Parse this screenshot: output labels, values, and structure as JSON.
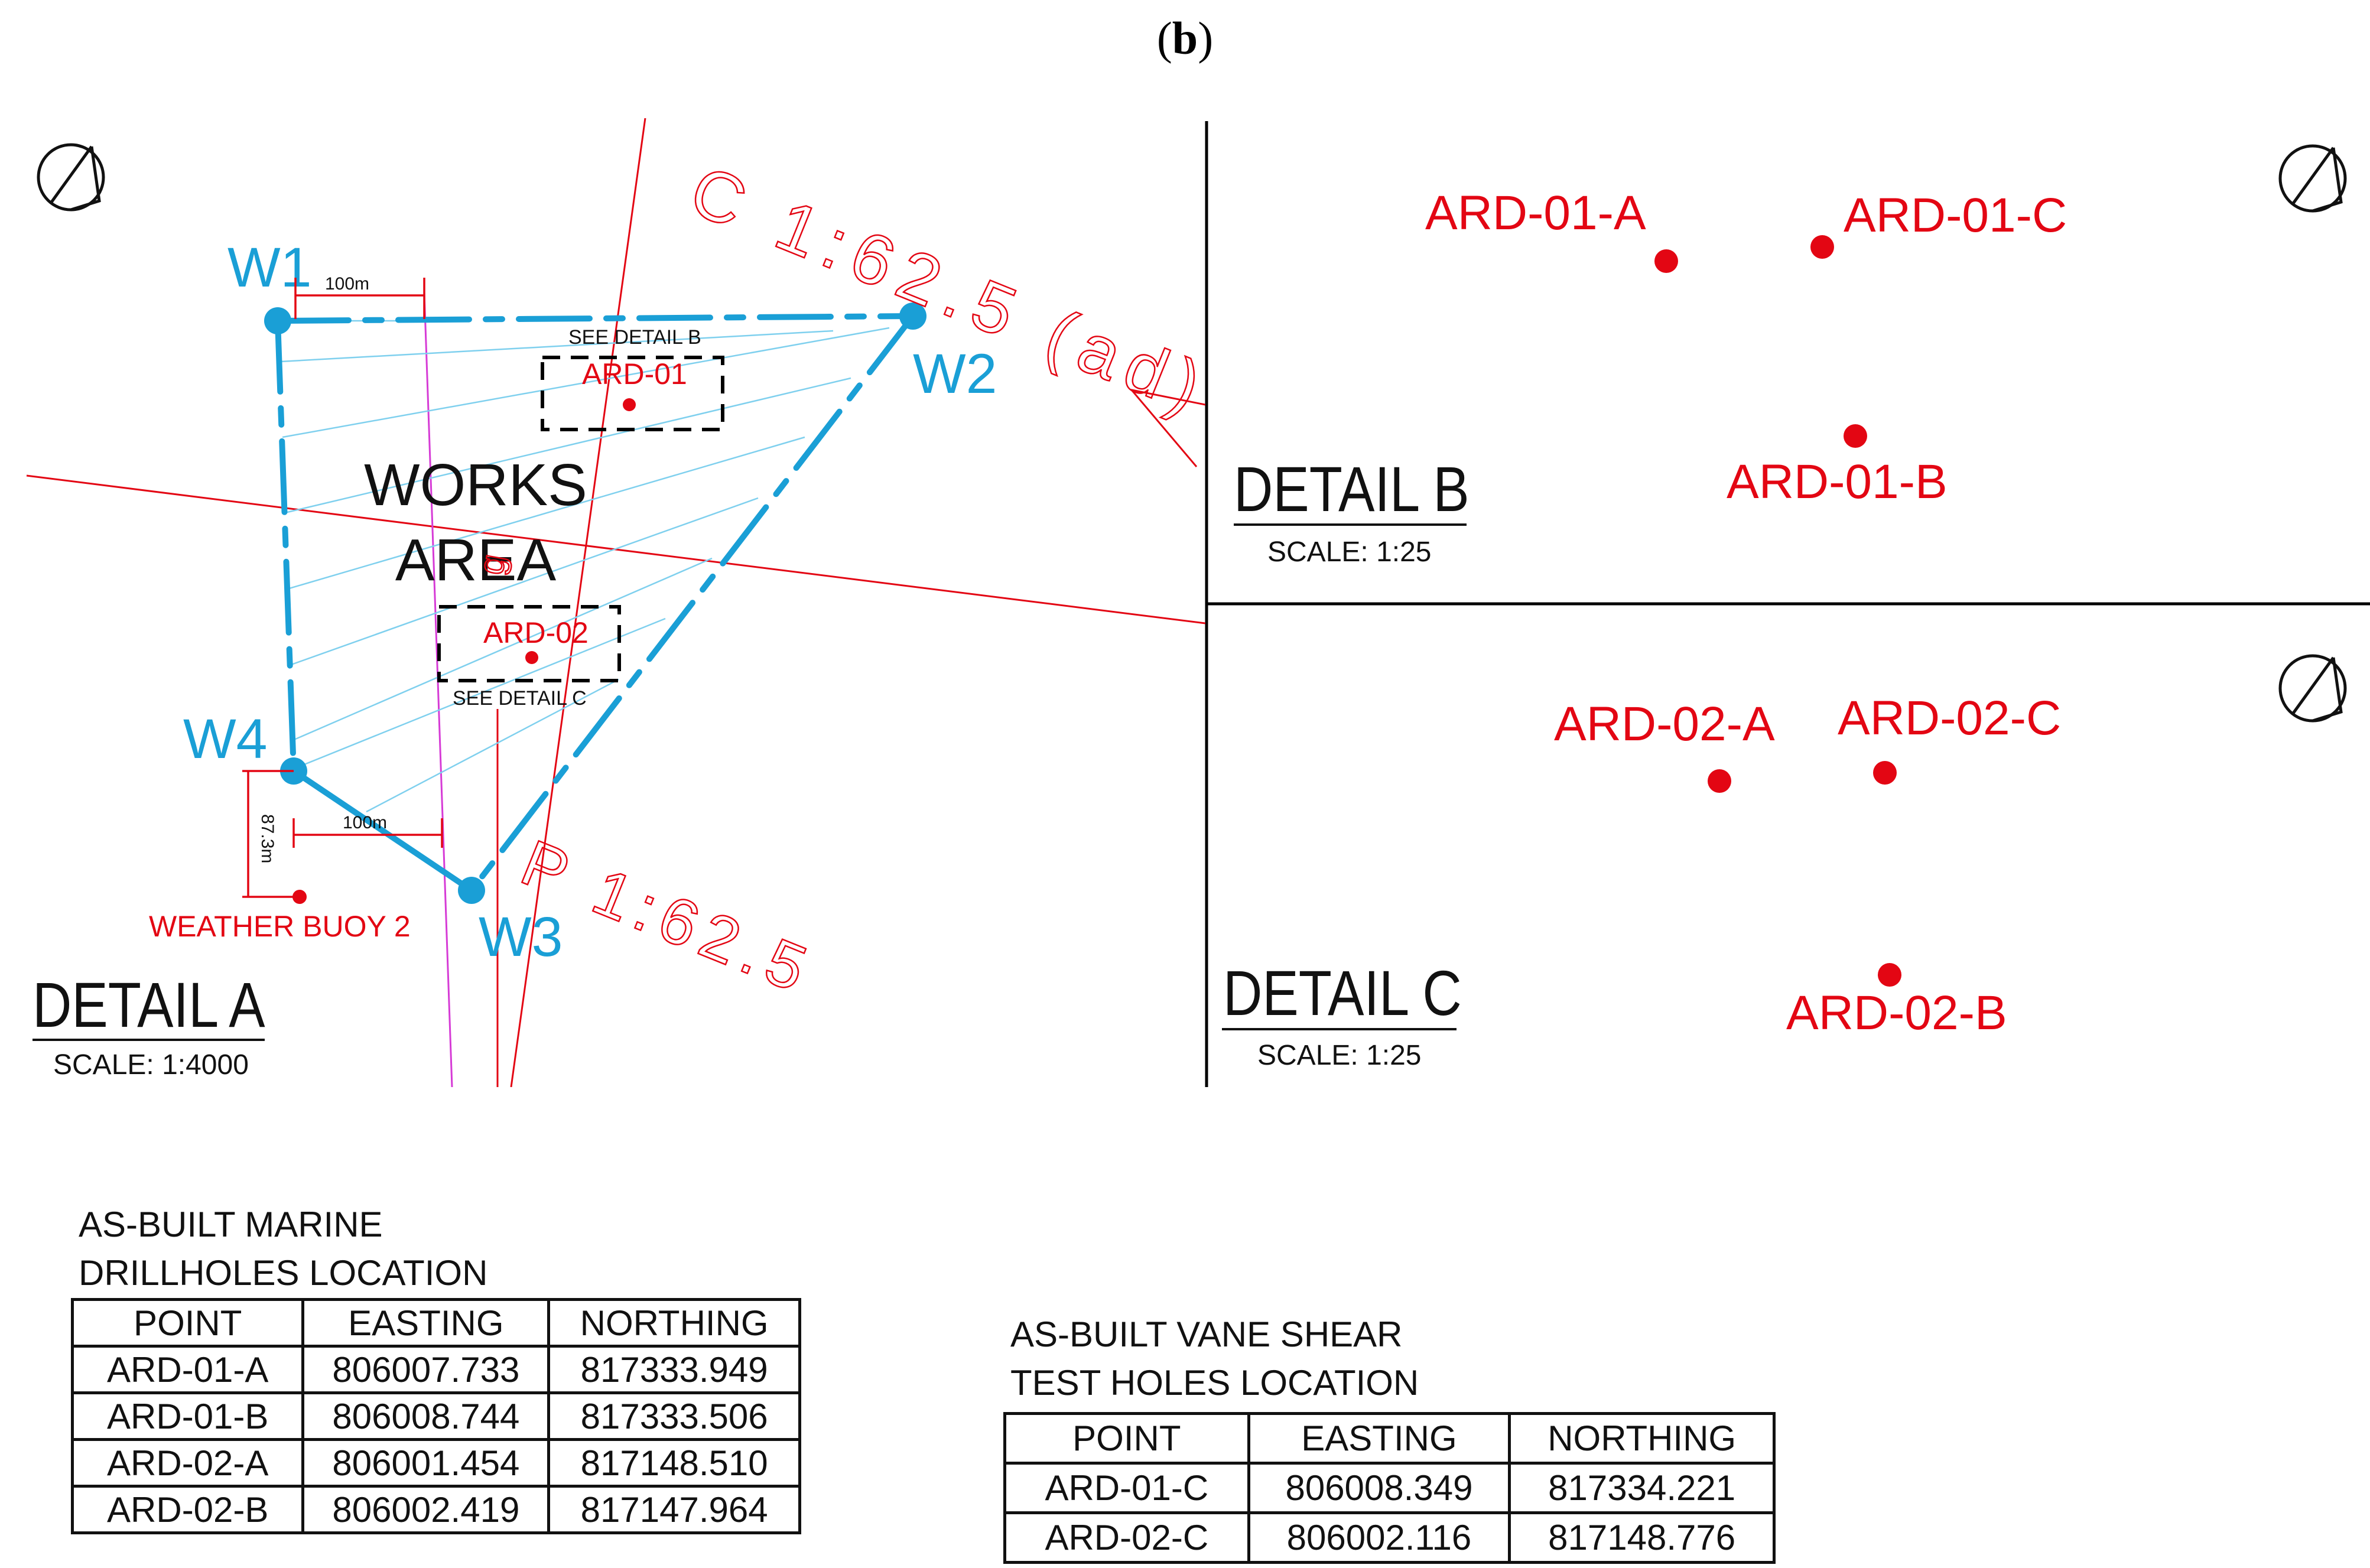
{
  "figure_label": "b",
  "colors": {
    "boundary": "#1a9fd6",
    "hatch": "#7fd0ee",
    "points": "#e30613",
    "lines": "#000000",
    "magenta": "#d63bd6"
  },
  "detail_a": {
    "waypoints": [
      "W1",
      "W2",
      "W3",
      "W4"
    ],
    "area_label_line1": "WORKS",
    "area_label_line2": "AREA",
    "see_detail_b": "SEE DETAIL B",
    "see_detail_c": "SEE DETAIL C",
    "ard01": "ARD-01",
    "ard02": "ARD-02",
    "dim_top": "100m",
    "dim_bottom": "100m",
    "dim_vertical": "87.3m",
    "weather_buoy": "WEATHER BUOY 2",
    "cable_c": "C 1:62.5 (ad)",
    "cable_p": "P 1:62.5",
    "cable_g": "g",
    "title": "DETAIL A",
    "scale": "SCALE: 1:4000"
  },
  "detail_b": {
    "points": [
      "ARD-01-A",
      "ARD-01-C",
      "ARD-01-B"
    ],
    "title": "DETAIL B",
    "scale": "SCALE: 1:25"
  },
  "detail_c": {
    "points": [
      "ARD-02-A",
      "ARD-02-C",
      "ARD-02-B"
    ],
    "title": "DETAIL C",
    "scale": "SCALE: 1:25"
  },
  "drillholes_table": {
    "title_line1": "AS-BUILT MARINE",
    "title_line2": "DRILLHOLES LOCATION",
    "headers": [
      "POINT",
      "EASTING",
      "NORTHING"
    ],
    "rows": [
      [
        "ARD-01-A",
        "806007.733",
        "817333.949"
      ],
      [
        "ARD-01-B",
        "806008.744",
        "817333.506"
      ],
      [
        "ARD-02-A",
        "806001.454",
        "817148.510"
      ],
      [
        "ARD-02-B",
        "806002.419",
        "817147.964"
      ]
    ]
  },
  "vane_table": {
    "title_line1": "AS-BUILT VANE SHEAR",
    "title_line2": "TEST HOLES LOCATION",
    "headers": [
      "POINT",
      "EASTING",
      "NORTHING"
    ],
    "rows": [
      [
        "ARD-01-C",
        "806008.349",
        "817334.221"
      ],
      [
        "ARD-02-C",
        "806002.116",
        "817148.776"
      ]
    ]
  }
}
